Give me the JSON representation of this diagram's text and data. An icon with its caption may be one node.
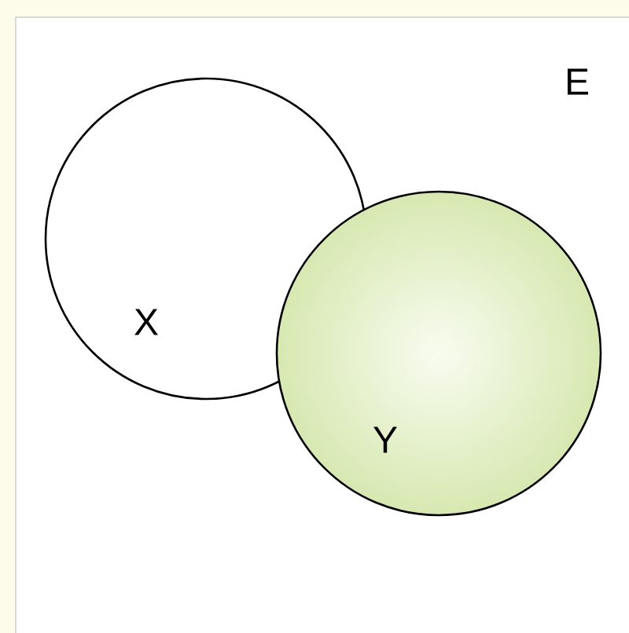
{
  "diagram": {
    "nodes": [
      {
        "text": [
          "E"
        ]
      },
      {
        "text": [
          "X"
        ],
        "in": 0
      },
      {
        "text": [
          "Y"
        ],
        "in": 0
      }
    ]
  }
}
